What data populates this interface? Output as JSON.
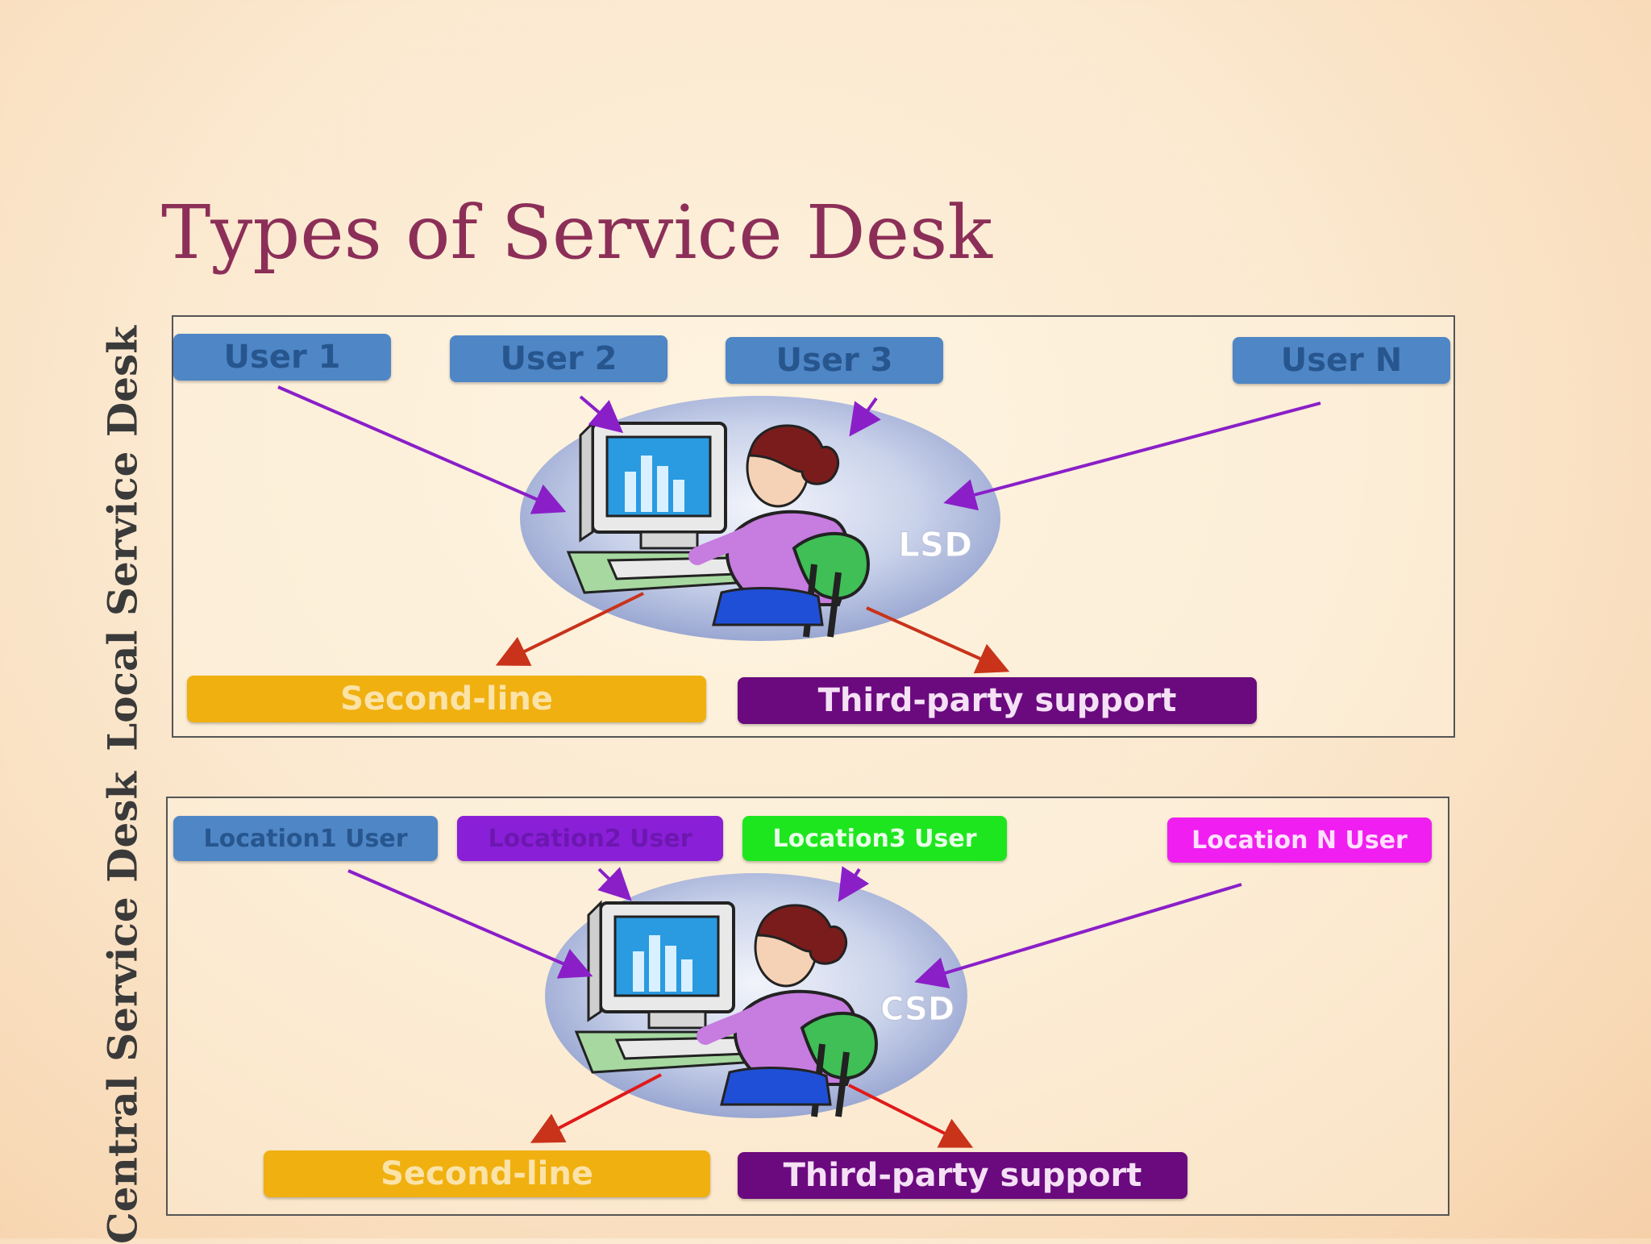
{
  "slide": {
    "title": "Types of Service Desk"
  },
  "local": {
    "side_label": "Local Service Desk",
    "users": [
      "User 1",
      "User 2",
      "User 3",
      "User N"
    ],
    "center_label": "LSD",
    "second_line": "Second-line",
    "third_party": "Third-party support"
  },
  "central": {
    "side_label": "Central Service Desk",
    "users": [
      "Location1 User",
      "Location2 User",
      "Location3 User",
      "Location N User"
    ],
    "center_label": "CSD",
    "second_line": "Second-line",
    "third_party": "Third-party support"
  },
  "colors": {
    "title": "#8c2f58",
    "user_blue": "#4f86c6",
    "user_purple": "#8a1fd8",
    "user_green": "#1ee61e",
    "user_magenta": "#f01ef0",
    "second_line": "#f0b010",
    "third_party": "#6a0a7e",
    "arrow_in": "#8a1fc8",
    "arrow_out": "#c8331a"
  }
}
